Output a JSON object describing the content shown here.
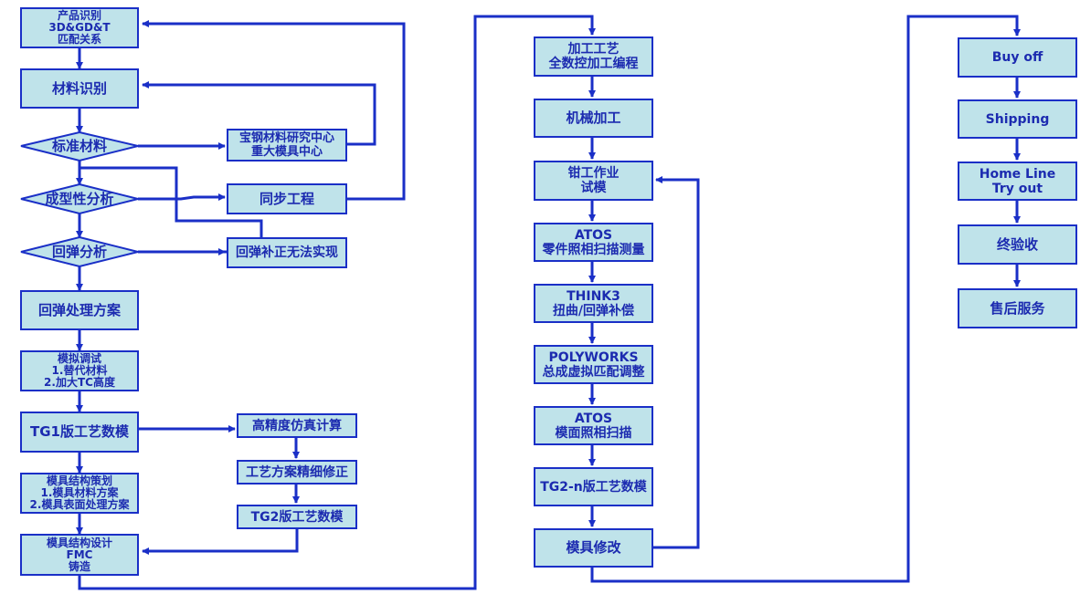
{
  "colors": {
    "box_fill": "#bfe3ea",
    "line": "#1a2fc7",
    "text": "#1c2bb0"
  },
  "column1": {
    "product_id": "产品识别\n3D&GD&T\n匹配关系",
    "material_id": "材料识别",
    "standard_material": "标准材料",
    "formability": "成型性分析",
    "springback_analysis": "回弹分析",
    "springback_plan": "回弹处理方案",
    "sim_debug": "模拟调试\n1.替代材料\n2.加大TC高度",
    "tg1": "TG1版工艺数模",
    "die_planning": "模具结构策划\n1.模具材料方案\n2.模具表面处理方案",
    "die_design": "模具结构设计\nFMC\n铸造"
  },
  "side_boxes": {
    "baosteel": "宝钢材料研究中心\n重大模具中心",
    "simultaneous": "同步工程",
    "springback_fail": "回弹补正无法实现",
    "high_precision": "高精度仿真计算",
    "process_refine": "工艺方案精细修正",
    "tg2": "TG2版工艺数模"
  },
  "column2": {
    "cnc": "加工工艺\n全数控加工编程",
    "machining": "机械加工",
    "fitting": "钳工作业\n试模",
    "atos_part": "ATOS\n零件照相扫描测量",
    "think3": "THINK3\n扭曲/回弹补偿",
    "polyworks": "POLYWORKS\n总成虚拟匹配调整",
    "atos_die": "ATOS\n模面照相扫描",
    "tg2n": "TG2-n版工艺数模",
    "die_modify": "模具修改"
  },
  "column3": {
    "buyoff": "Buy off",
    "shipping": "Shipping",
    "homeline": "Home Line\nTry out",
    "final_accept": "终验收",
    "after_sales": "售后服务"
  }
}
